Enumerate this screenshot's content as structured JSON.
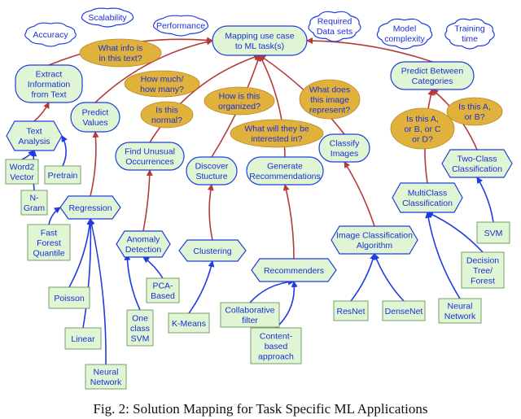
{
  "colors": {
    "text": "#1a2fd6",
    "node_fill": "#dff5d4",
    "node_stroke": "#1f3ce0",
    "question_fill": "#e0b23c",
    "red_arrow": "#b53a3a",
    "blue_arrow": "#1f3ce0"
  },
  "clouds": {
    "accuracy": [
      "Accuracy"
    ],
    "scalability": [
      "Scalability"
    ],
    "performance": [
      "Performance"
    ],
    "required": [
      "Required",
      "Data sets"
    ],
    "complexity": [
      "Model",
      "complexity"
    ],
    "training": [
      "Training",
      "time"
    ]
  },
  "root": [
    "Mapping use case",
    "to ML task(s)"
  ],
  "questions": {
    "info": [
      "What info is",
      "in this text?"
    ],
    "howmuch": [
      "How much/",
      "how many?"
    ],
    "normal": [
      "Is this",
      "normal?"
    ],
    "organized": [
      "How is this",
      "organized?"
    ],
    "interested": [
      "What will they be",
      "interested in?"
    ],
    "represent": [
      "What does",
      "this image",
      "represent?"
    ],
    "abcd": [
      "Is this A,",
      "or B, or C",
      "or D?"
    ],
    "ab": [
      "Is this A,",
      "or B?"
    ]
  },
  "tasks": {
    "extract": [
      "Extract",
      "Information",
      "from Text"
    ],
    "predict_values": [
      "Predict",
      "Values"
    ],
    "unusual": [
      "Find Unusual",
      "Occurrences"
    ],
    "structure": [
      "Discover",
      "Stucture"
    ],
    "recommendations": [
      "Generate",
      "Recommendations"
    ],
    "classify": [
      "Classify",
      "Images"
    ],
    "between": [
      "Predict Between",
      "Categories"
    ]
  },
  "families": {
    "text_analysis": [
      "Text",
      "Analysis"
    ],
    "regression": [
      "Regression"
    ],
    "anomaly": [
      "Anomaly",
      "Detection"
    ],
    "clustering": [
      "Clustering"
    ],
    "recommenders": [
      "Recommenders"
    ],
    "image_classification": [
      "Image Classification",
      "Algorithm"
    ],
    "multiclass": [
      "MultiClass",
      "Classification"
    ],
    "twoclass": [
      "Two-Class",
      "Classification"
    ]
  },
  "algorithms": {
    "word2vec": [
      "Word2",
      "Vector"
    ],
    "pretrain": [
      "Pretrain"
    ],
    "ngram": [
      "N-",
      "Gram"
    ],
    "fast_forest": [
      "Fast",
      "Forest",
      "Quantile"
    ],
    "poisson": [
      "Poisson"
    ],
    "linear": [
      "Linear"
    ],
    "neural_reg": [
      "Neural",
      "Network"
    ],
    "pca": [
      "PCA-",
      "Based"
    ],
    "oneclass": [
      "One",
      "class",
      "SVM"
    ],
    "kmeans": [
      "K-Means"
    ],
    "collaborative": [
      "Collaborative",
      "filter"
    ],
    "content": [
      "Content-",
      "based",
      "approach"
    ],
    "resnet": [
      "ResNet"
    ],
    "densenet": [
      "DenseNet"
    ],
    "neural_multi": [
      "Neural",
      "Network"
    ],
    "decision_tree": [
      "Decision",
      "Tree/",
      "Forest"
    ],
    "svm": [
      "SVM"
    ]
  },
  "caption": "Fig. 2: Solution Mapping for Task Specific ML Applications"
}
